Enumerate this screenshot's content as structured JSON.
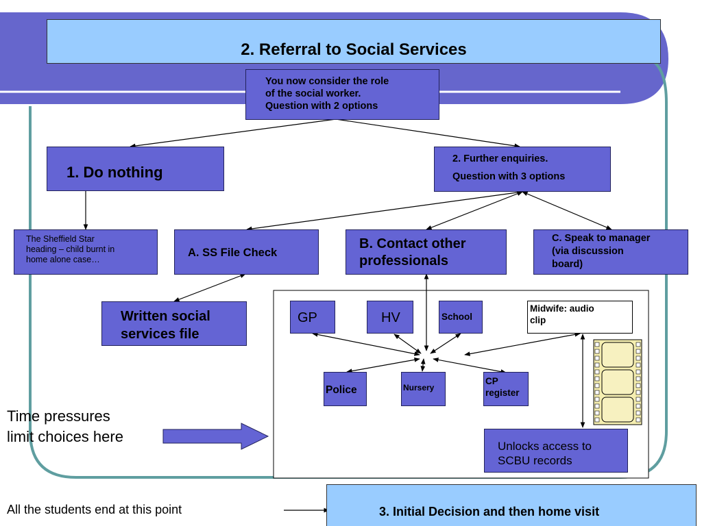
{
  "title": "2. Referral to Social Services",
  "nodes": {
    "intro": "You now consider the role\nof the social worker.\nQuestion with 2 options",
    "do_nothing": "1. Do nothing",
    "further": {
      "line1": "2. Further enquiries.",
      "line2": "Question with 3 options"
    },
    "sheffield": "The Sheffield Star\nheading – child burnt in\nhome alone case…",
    "ss_file_check": "A. SS File Check",
    "contact_professionals": "B. Contact other\nprofessionals",
    "speak_manager": "C. Speak to manager\n(via discussion\nboard)",
    "written_file": "Written social\nservices file",
    "gp": "GP",
    "hv": "HV",
    "school": "School",
    "midwife": "Midwife: audio\nclip",
    "police": "Police",
    "nursery": "Nursery",
    "cp_register": "CP\nregister",
    "unlocks": "Unlocks access to\nSCBU records"
  },
  "time_pressures": "Time pressures\nlimit choices here",
  "footer": {
    "note": "All the students end at this point",
    "next": "3. Initial Decision and then home visit"
  },
  "colors": {
    "box": "#6464d4",
    "header": "#99ccff",
    "band": "#6666cc",
    "frame": "#5f9ea0",
    "film": "#f5eeb0"
  },
  "icons": {
    "film_strip": "film-strip-icon",
    "arrow": "block-arrow-icon"
  }
}
